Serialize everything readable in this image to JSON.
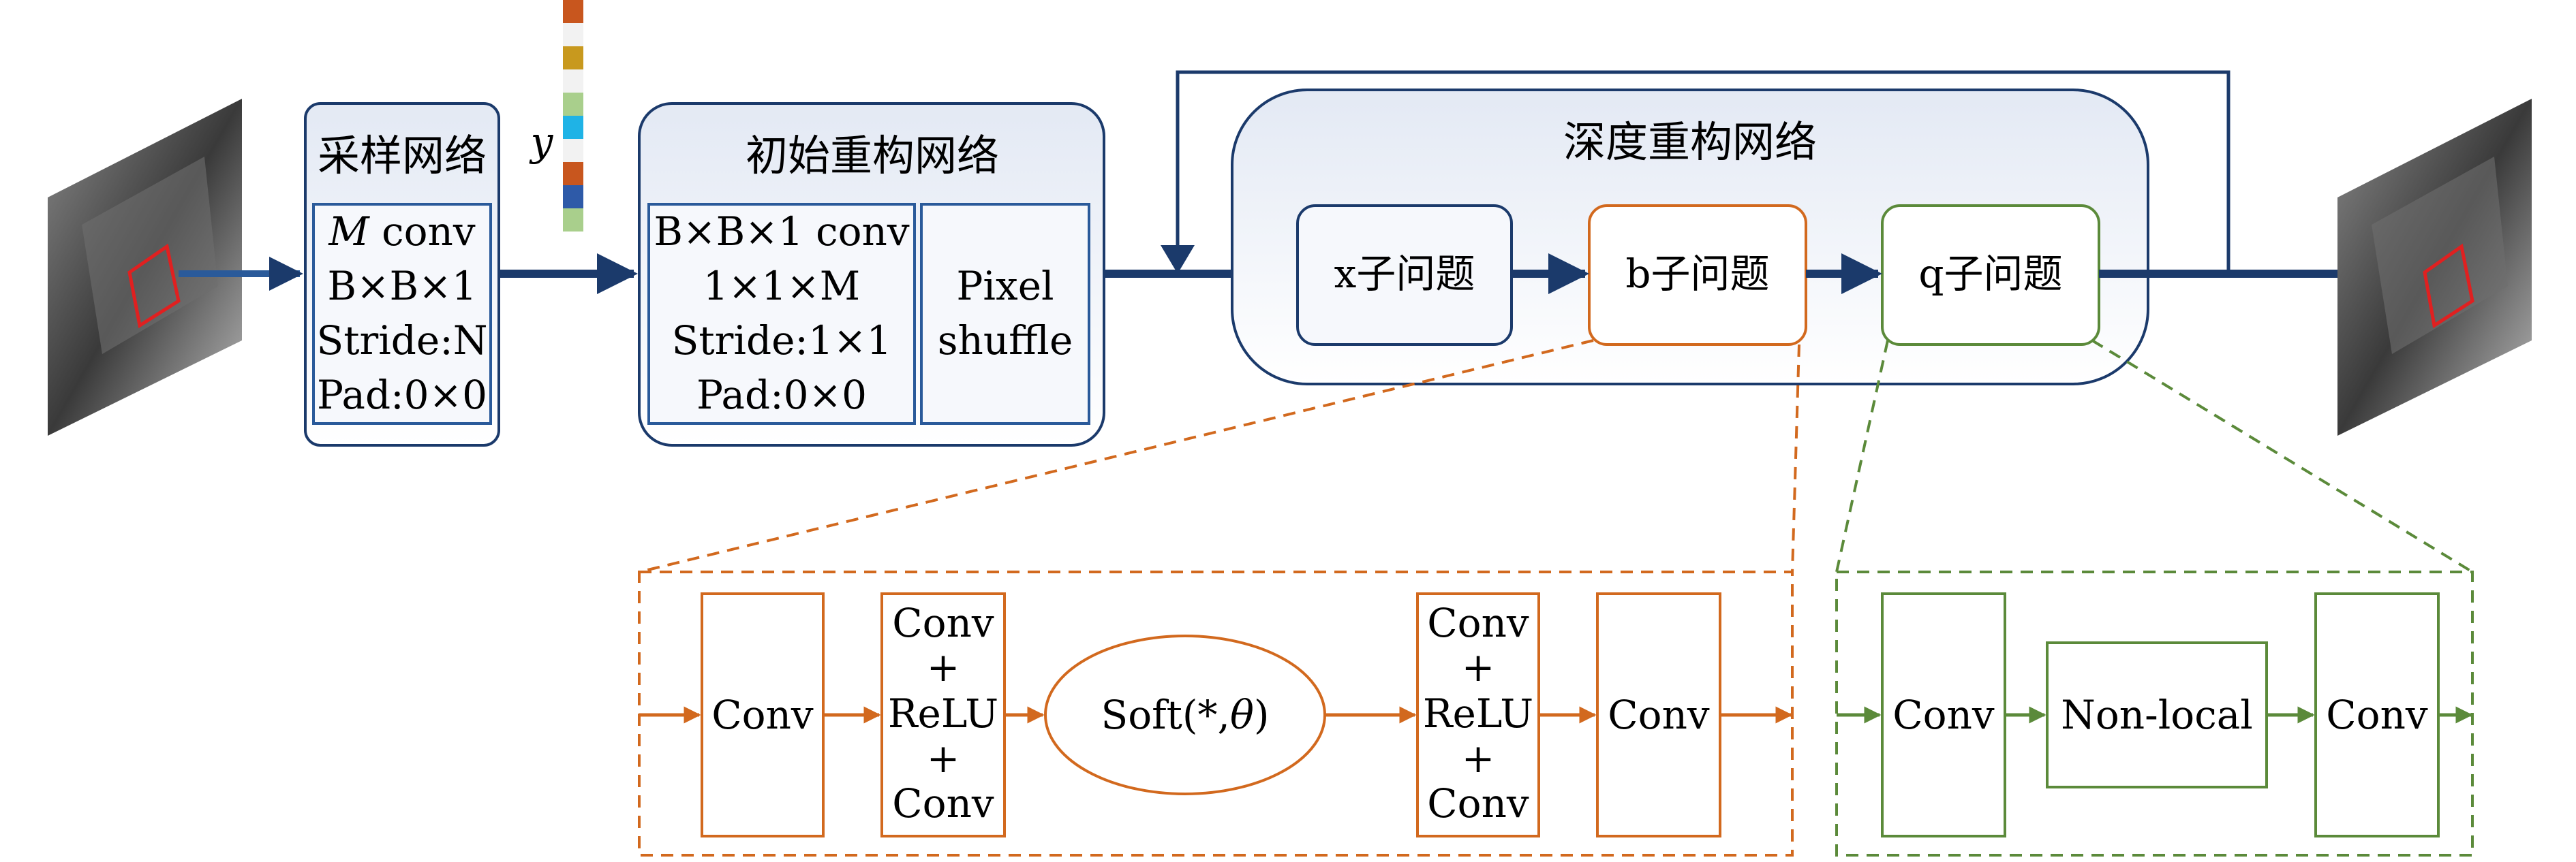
{
  "sampling": {
    "title": "采样网络",
    "lines": [
      "M conv",
      "B×B×1",
      "Stride:N",
      "Pad:0×0"
    ]
  },
  "measurement_label": "y",
  "initial": {
    "title": "初始重构网络",
    "conv_lines": [
      "B×B×1 conv",
      "1×1×M",
      "Stride:1×1",
      "Pad:0×0"
    ],
    "pixel_lines": [
      "Pixel",
      "shuffle"
    ]
  },
  "deep": {
    "title": "深度重构网络",
    "x_label": "x子问题",
    "b_label": "b子问题",
    "q_label": "q子问题"
  },
  "b_detail": {
    "conv1": "Conv",
    "block1": [
      "Conv",
      "+",
      "ReLU",
      "+",
      "Conv"
    ],
    "soft": "Soft(*,θ)",
    "block2": [
      "Conv",
      "+",
      "ReLU",
      "+",
      "Conv"
    ],
    "conv2": "Conv"
  },
  "q_detail": {
    "conv1": "Conv",
    "nonlocal": "Non-local",
    "conv2": "Conv"
  },
  "colors": {
    "navy": "#1b3a6b",
    "orange": "#d2691e",
    "green": "#5b8a3a",
    "box_fill": "#eef2f9",
    "measurement_bar": [
      "#c8561e",
      "#f2f2f2",
      "#c8991e",
      "#f2f2f2",
      "#a9cf8c",
      "#1fb3e6",
      "#f2f2f2",
      "#c8561e",
      "#2e5aa8",
      "#a9cf8c"
    ]
  },
  "icons": [
    "input-image",
    "output-image"
  ]
}
